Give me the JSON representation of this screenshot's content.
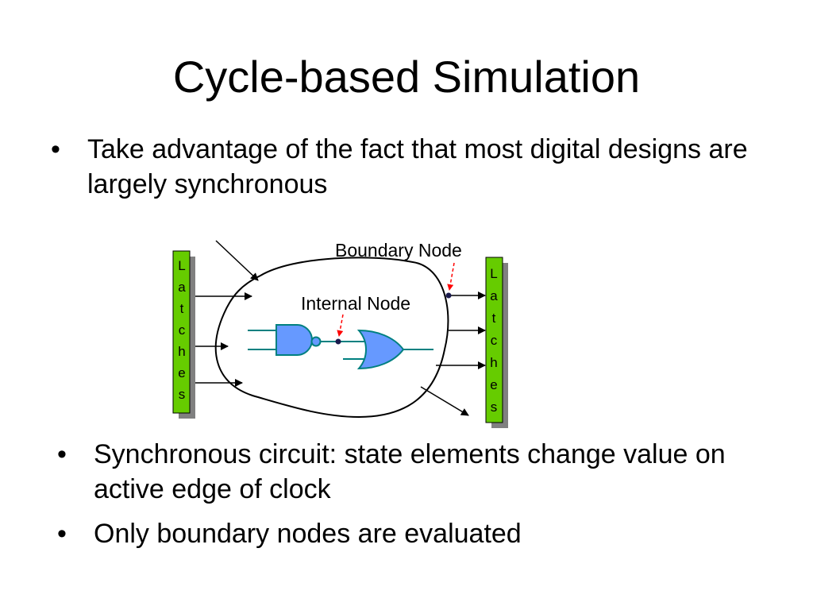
{
  "slide": {
    "title": "Cycle-based Simulation",
    "bullet_symbol": "•",
    "bullets_top": [
      {
        "text": "Take advantage of the fact that most digital designs are largely synchronous"
      }
    ],
    "bullets_bottom": [
      {
        "text": "Synchronous circuit: state elements change value on active edge of clock"
      },
      {
        "text": "Only boundary nodes are evaluated"
      }
    ]
  },
  "diagram": {
    "latch_left_letters": [
      "L",
      "a",
      "t",
      "c",
      "h",
      "e",
      "s"
    ],
    "latch_right_letters": [
      "L",
      "a",
      "t",
      "c",
      "h",
      "e",
      "s"
    ],
    "label_boundary": "Boundary Node",
    "label_internal": "Internal Node",
    "colors": {
      "latch_fill": "#66cc00",
      "latch_shadow": "#808080",
      "gate_fill": "#6699ff",
      "gate_stroke": "#008080",
      "wire": "#008080",
      "pointer": "#ff0000"
    }
  }
}
